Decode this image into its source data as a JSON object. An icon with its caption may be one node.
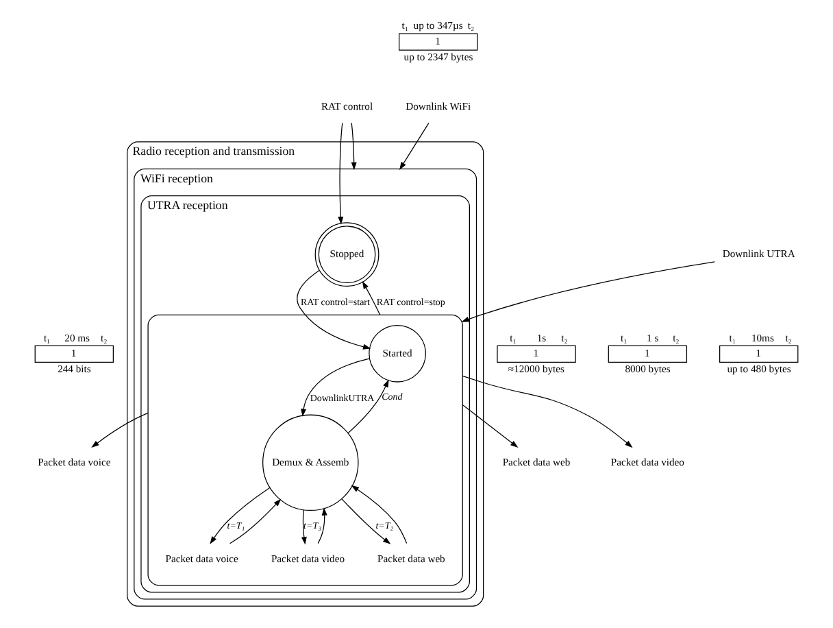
{
  "diagram": {
    "nodes": [
      {
        "text": [
          "RAT control"
        ]
      },
      {
        "text": [
          "Radio reception and transmission"
        ]
      },
      {
        "text": [
          "WiFi reception"
        ],
        "in": 1
      },
      {
        "text": [
          "UTRA reception"
        ],
        "in": 2
      },
      {
        "text": [
          "Stopped"
        ],
        "in": 3
      },
      {
        "text": [],
        "shape": "box",
        "in": 3
      },
      {
        "text": [
          "Started"
        ],
        "in": 5
      },
      {
        "text": [
          "Demux & Assemb"
        ],
        "in": 5
      },
      {
        "text": [
          "Packet data voice"
        ],
        "in": 5
      },
      {
        "text": [
          "Packet data video"
        ],
        "in": 5
      },
      {
        "text": [
          "Packet data web"
        ],
        "in": 5
      },
      {
        "text": [
          "1"
        ],
        "beside": [
          "t₁",
          "20 ms",
          "t₂",
          "244 bits"
        ]
      },
      {
        "text": [
          "Packet data voice"
        ]
      },
      {
        "text": [
          "1"
        ],
        "beside": [
          "t₁",
          "1s",
          "t₂",
          "≈12000 bytes"
        ]
      },
      {
        "text": [
          "Packet data web"
        ]
      },
      {
        "text": [
          "1"
        ],
        "beside": [
          "t₁",
          "1 s",
          "t₂",
          "8000 bytes"
        ]
      },
      {
        "text": [
          "Packet data video"
        ]
      },
      {
        "text": [
          "1"
        ],
        "beside": [
          "t₁",
          "up to 347µs",
          "t₂",
          "up to 2347 bytes"
        ]
      },
      {
        "text": [
          "Downlink WiFi"
        ]
      },
      {
        "text": [
          "Downlink UTRA"
        ]
      },
      {
        "text": [
          "1"
        ],
        "beside": [
          "t₁",
          "10ms",
          "t₂",
          "up to 480 bytes"
        ]
      }
    ],
    "edges": [
      {
        "from": 0,
        "to": 4,
        "arrow": "to"
      },
      {
        "from": 0,
        "to": 2,
        "arrow": "to"
      },
      {
        "from": 4,
        "to": 6,
        "arrow": "to",
        "label": "RAT control=start"
      },
      {
        "from": 5,
        "to": 4,
        "arrow": "to",
        "label": "RAT control=stop"
      },
      {
        "from": 6,
        "to": 7,
        "arrow": "to",
        "label": "DownlinkUTRA"
      },
      {
        "from": 7,
        "to": 8,
        "arrow": "to",
        "label": "t=T₁"
      },
      {
        "from": 7,
        "to": 10,
        "arrow": "to",
        "label": "t=T₂"
      },
      {
        "from": 7,
        "to": 9,
        "arrow": "to",
        "label": "t=T₃"
      },
      {
        "from": 8,
        "to": 7,
        "arrow": "to"
      },
      {
        "from": 10,
        "to": 7,
        "arrow": "to"
      },
      {
        "from": 9,
        "to": 7,
        "arrow": "to"
      },
      {
        "from": 7,
        "to": 6,
        "arrow": "to",
        "label": "Cond"
      },
      {
        "from": 5,
        "to": 12,
        "arrow": "to"
      },
      {
        "from": 5,
        "to": 14,
        "arrow": "to"
      },
      {
        "from": 5,
        "to": 16,
        "arrow": "to"
      },
      {
        "from": 18,
        "to": 2,
        "arrow": "to"
      },
      {
        "from": 19,
        "to": 5,
        "arrow": "to"
      }
    ]
  }
}
